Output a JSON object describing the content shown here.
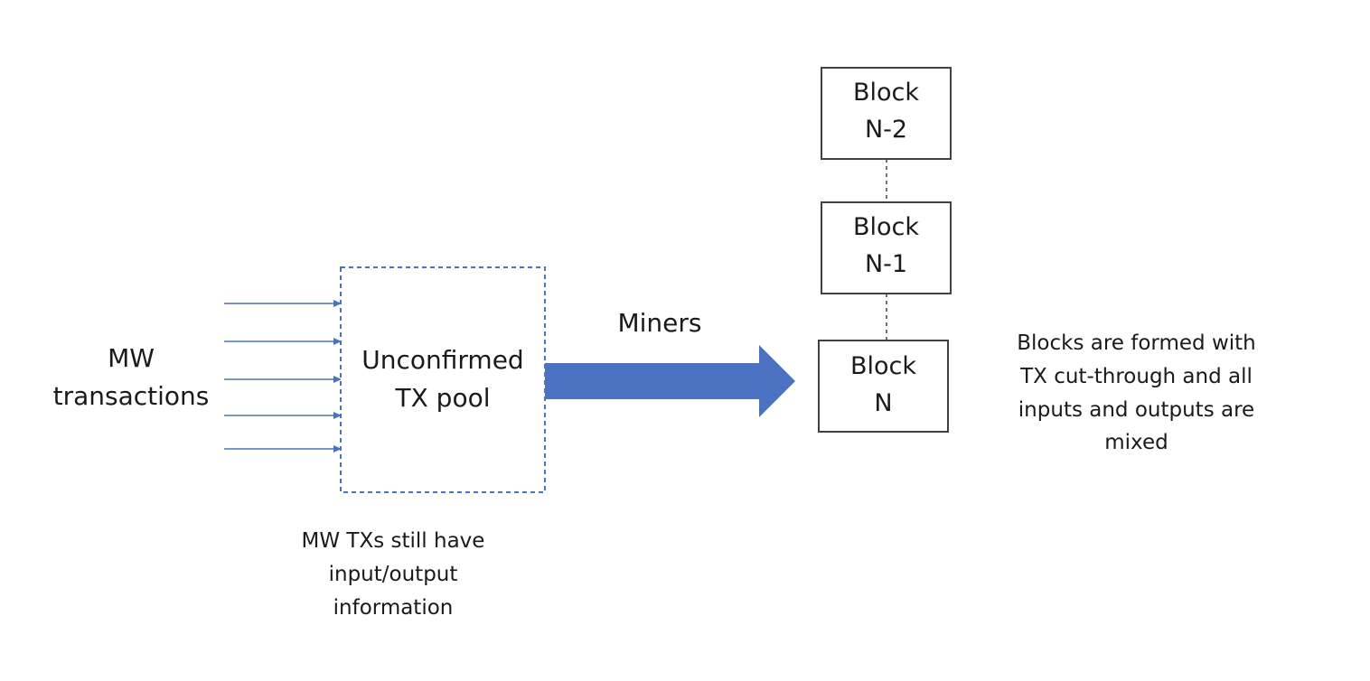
{
  "diagram": {
    "source_label": "MW\ntransactions",
    "pool_label": "Unconfirmed\nTX pool",
    "pool_note": "MW TXs still have\ninput/output\ninformation",
    "miners_label": "Miners",
    "blocks": [
      {
        "label": "Block\nN-2"
      },
      {
        "label": "Block\nN-1"
      },
      {
        "label": "Block\nN"
      }
    ],
    "blocks_note": "Blocks are formed with\nTX cut-through and all\ninputs and outputs are\nmixed",
    "incoming_arrow_count": 5
  },
  "colors": {
    "arrow_blue": "#4a72c0",
    "pool_border": "#4a72c0",
    "block_border": "#404040",
    "connector": "#404040",
    "text": "#1a1a1a"
  }
}
